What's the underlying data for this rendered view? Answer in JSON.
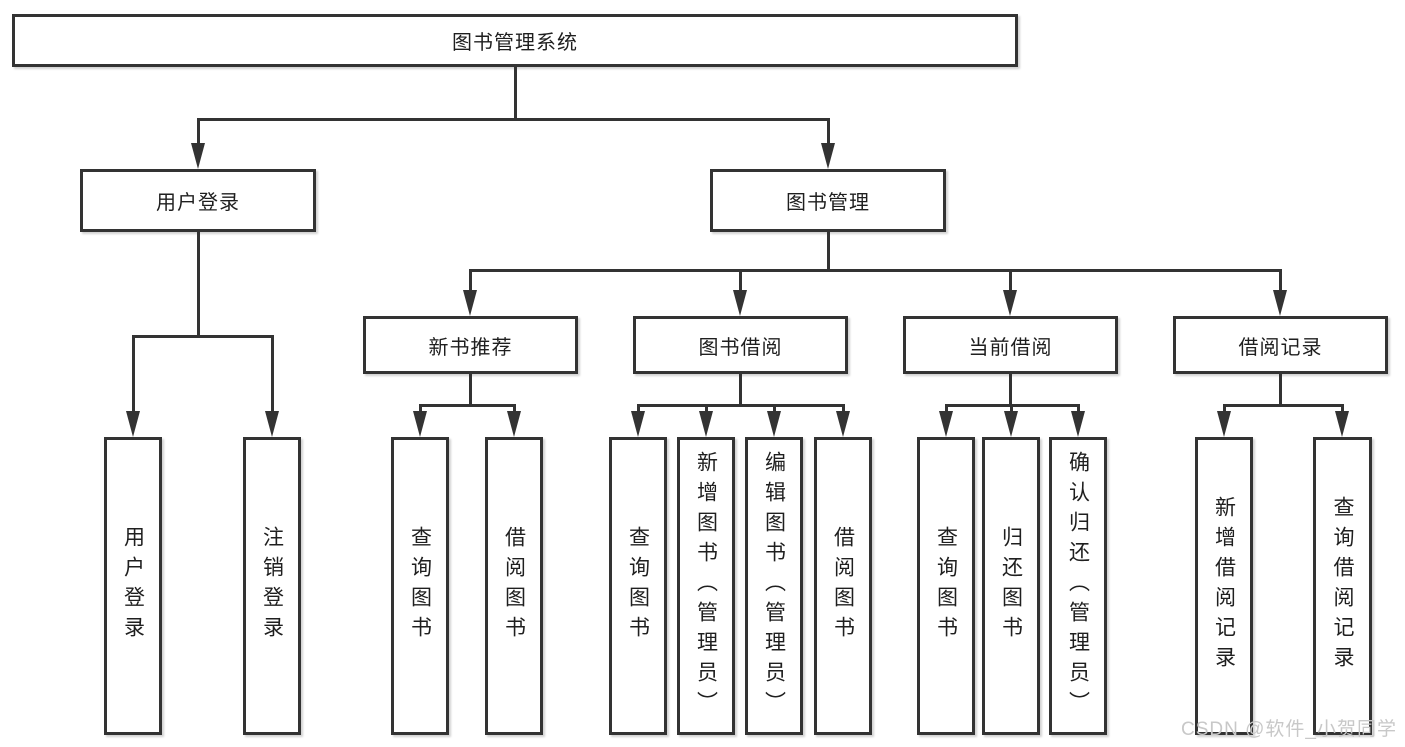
{
  "diagram_title": "图书管理系统",
  "nodes": {
    "root": "图书管理系统",
    "user_login": "用户登录",
    "book_mgmt": "图书管理",
    "new_book_rec": "新书推荐",
    "book_borrow": "图书借阅",
    "current_borrow": "当前借阅",
    "borrow_records": "借阅记录",
    "leaf_user_login": "用户登录",
    "leaf_logout": "注销登录",
    "leaf_rec_query_book": "查询图书",
    "leaf_rec_borrow_book": "借阅图书",
    "leaf_bb_query_book": "查询图书",
    "leaf_bb_add_book": "新增图书（管理员）",
    "leaf_bb_edit_book": "编辑图书（管理员）",
    "leaf_bb_borrow_book": "借阅图书",
    "leaf_cb_query_book": "查询图书",
    "leaf_cb_return_book": "归还图书",
    "leaf_cb_confirm_return": "确认归还（管理员）",
    "leaf_br_add_record": "新增借阅记录",
    "leaf_br_query_record": "查询借阅记录"
  },
  "edges": [
    {
      "from": "root",
      "to": "user_login"
    },
    {
      "from": "root",
      "to": "book_mgmt"
    },
    {
      "from": "user_login",
      "to": "leaf_user_login"
    },
    {
      "from": "user_login",
      "to": "leaf_logout"
    },
    {
      "from": "book_mgmt",
      "to": "new_book_rec"
    },
    {
      "from": "book_mgmt",
      "to": "book_borrow"
    },
    {
      "from": "book_mgmt",
      "to": "current_borrow"
    },
    {
      "from": "book_mgmt",
      "to": "borrow_records"
    },
    {
      "from": "new_book_rec",
      "to": "leaf_rec_query_book"
    },
    {
      "from": "new_book_rec",
      "to": "leaf_rec_borrow_book"
    },
    {
      "from": "book_borrow",
      "to": "leaf_bb_query_book"
    },
    {
      "from": "book_borrow",
      "to": "leaf_bb_add_book"
    },
    {
      "from": "book_borrow",
      "to": "leaf_bb_edit_book"
    },
    {
      "from": "book_borrow",
      "to": "leaf_bb_borrow_book"
    },
    {
      "from": "current_borrow",
      "to": "leaf_cb_query_book"
    },
    {
      "from": "current_borrow",
      "to": "leaf_cb_return_book"
    },
    {
      "from": "current_borrow",
      "to": "leaf_cb_confirm_return"
    },
    {
      "from": "borrow_records",
      "to": "leaf_br_add_record"
    },
    {
      "from": "borrow_records",
      "to": "leaf_br_query_record"
    }
  ],
  "watermark": "CSDN @软件_小贺同学",
  "colors": {
    "line": "#333333",
    "text": "#1f1f1f",
    "background": "#ffffff",
    "watermark": "#c8c8c8"
  }
}
